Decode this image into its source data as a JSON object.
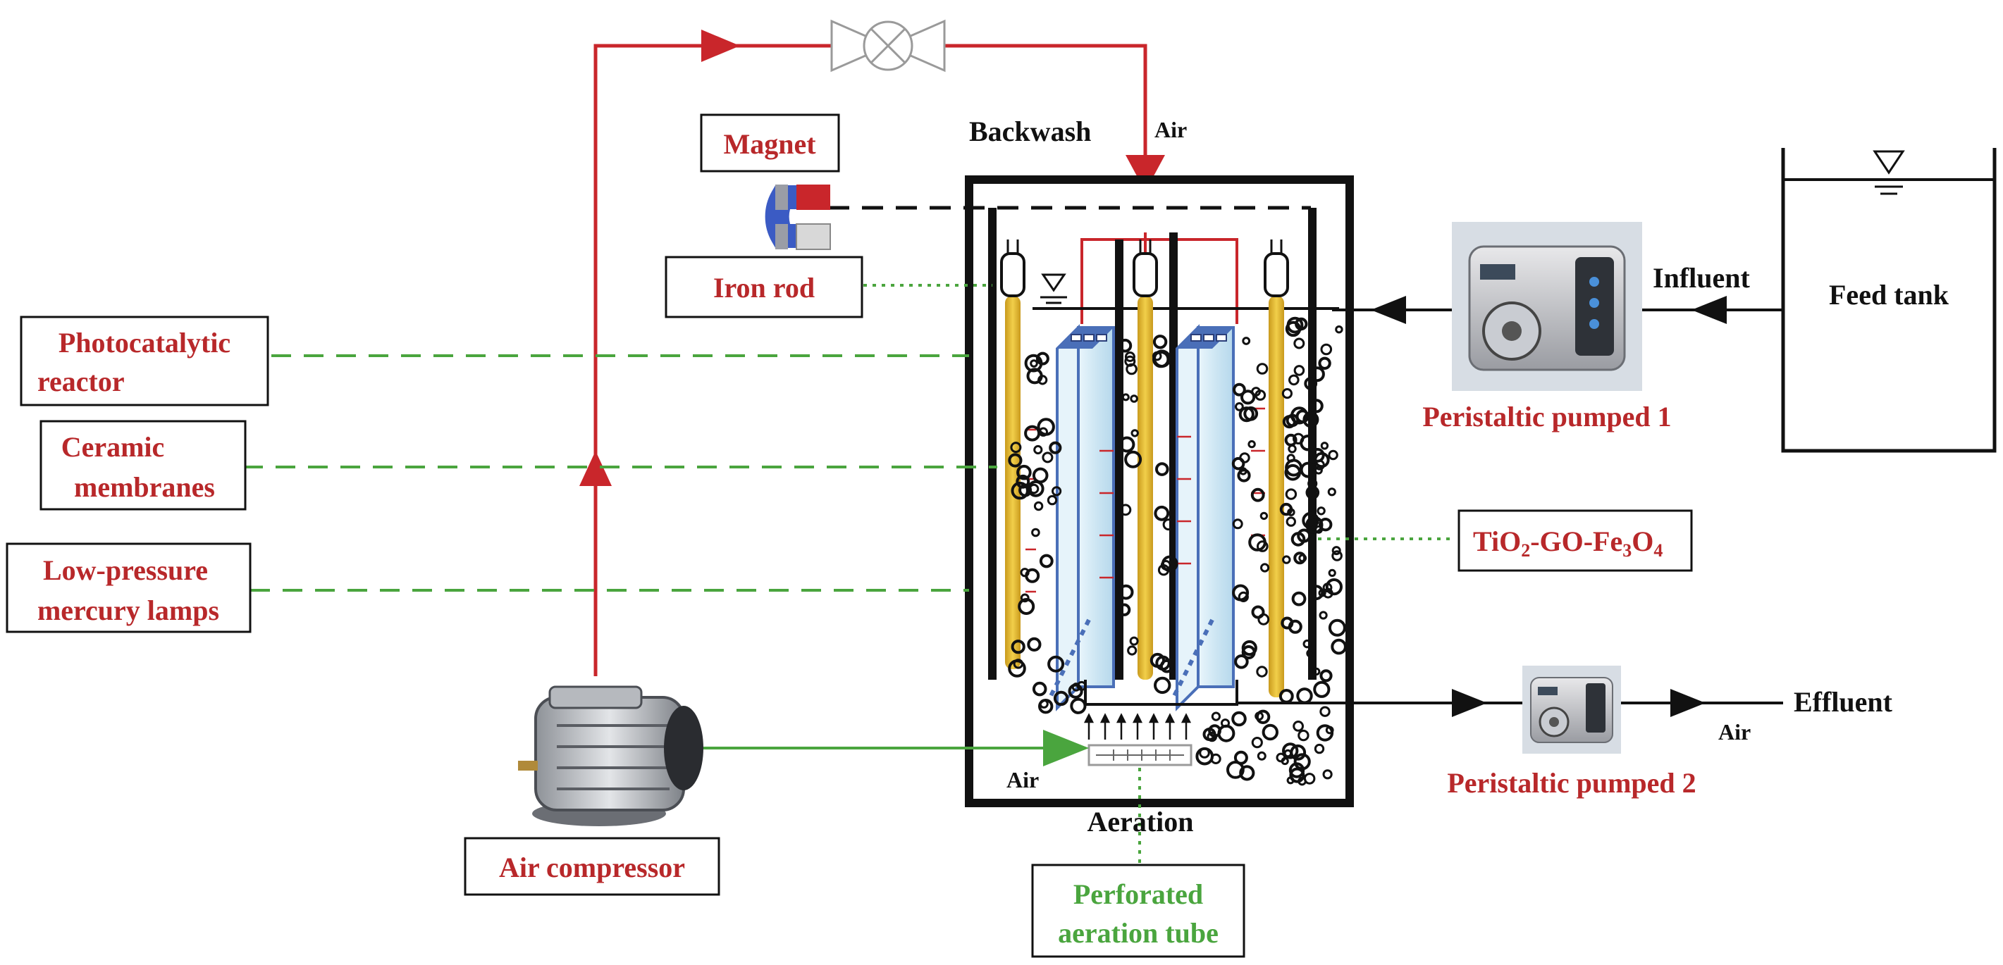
{
  "labels": {
    "magnet": "Magnet",
    "iron_rod": "Iron rod",
    "photocatalytic_l1": "Photocatalytic",
    "photocatalytic_l2": "reactor",
    "ceramic_l1": "Ceramic",
    "ceramic_l2": "membranes",
    "lamps_l1": "Low-pressure",
    "lamps_l2": "mercury lamps",
    "air_compressor": "Air compressor",
    "backwash": "Backwash",
    "air_top": "Air",
    "air_aeration": "Air",
    "air_effluent": "Air",
    "aeration": "Aeration",
    "perforated_l1": "Perforated",
    "perforated_l2": "aeration tube",
    "influent": "Influent",
    "feed_tank": "Feed tank",
    "pump1": "Peristaltic pumped 1",
    "pump2": "Peristaltic pumped 2",
    "effluent": "Effluent",
    "tio2_a": "TiO",
    "tio2_sub2": "2",
    "tio2_b": "-GO-Fe",
    "tio2_sub3": "3",
    "tio2_c": "O",
    "tio2_sub4": "4"
  },
  "colors": {
    "red_line": "#c9262b",
    "label_red": "#b8282a",
    "green_line": "#4aa53e",
    "lamp": "#e3b62c",
    "membrane": "#cfe8f5",
    "membrane_frame": "#4a6fb8"
  },
  "icons": {
    "valve": "valve-icon",
    "magnet": "horseshoe-magnet-icon",
    "pump": "peristaltic-pump-icon",
    "compressor": "air-compressor-icon",
    "water_level": "water-level-icon"
  }
}
